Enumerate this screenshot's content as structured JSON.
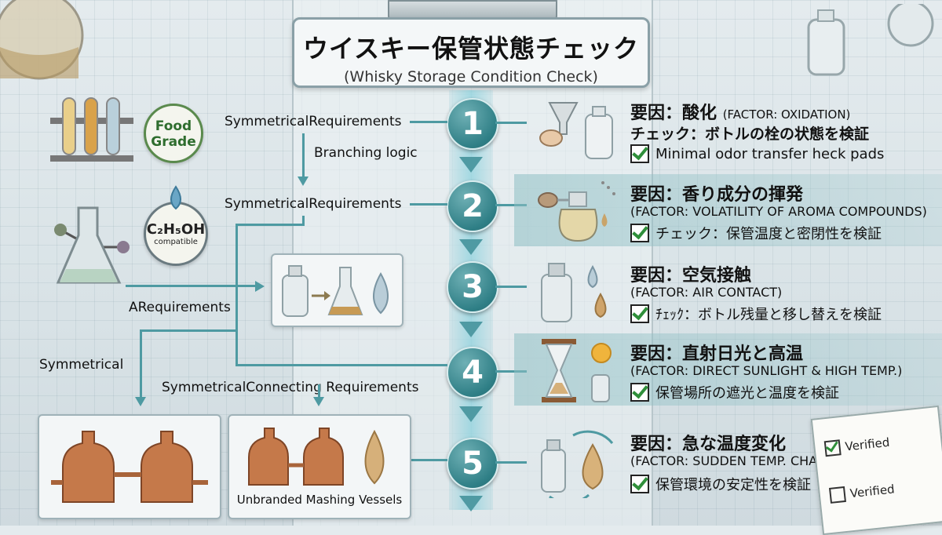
{
  "title": {
    "jp": "ウイスキー保管状態チェック",
    "en": "(Whisky Storage Condition Check)"
  },
  "steps": [
    {
      "number": "1",
      "factor_jp": "要因：酸化",
      "factor_en": "(FACTOR: OXIDATION)",
      "check": "チェック：ボトルの栓の状態を検証",
      "item": "Minimal odor transfer heck pads"
    },
    {
      "number": "2",
      "factor_jp": "要因：香り成分の揮発",
      "factor_en": "(FACTOR: VOLATILITY OF AROMA COMPOUNDS)",
      "item": "チェック：保管温度と密閉性を検証"
    },
    {
      "number": "3",
      "factor_jp": "要因：空気接触",
      "factor_en": "(FACTOR: AIR CONTACT)",
      "item": "ﾁｪｯｸ：ボトル残量と移し替えを検証"
    },
    {
      "number": "4",
      "factor_jp": "要因：直射日光と高温",
      "factor_en": "(FACTOR: DIRECT SUNLIGHT & HIGH TEMP.)",
      "item": "保管場所の遮光と温度を検証"
    },
    {
      "number": "5",
      "factor_jp": "要因：急な温度変化",
      "factor_en": "(FACTOR: SUDDEN TEMP. CHANGES)",
      "item": "保管環境の安定性を検証"
    }
  ],
  "left": {
    "labels": {
      "req1": "SymmetricalRequirements",
      "branch": "Branching logic",
      "req2": "SymmetricalRequirements",
      "areq": "ARequirements",
      "sym": "Symmetrical",
      "connect": "SymmetricalConnecting  Requirements"
    },
    "badge_food": {
      "line1": "Food",
      "line2": "Grade"
    },
    "badge_chem": {
      "formula": "C₂H₅OH",
      "sub": "compatible"
    },
    "vessel_caption": "Unbranded Mashing Vessels"
  },
  "verified": {
    "label1": "Verified",
    "label2": "Verified"
  },
  "colors": {
    "teal": "#2f7f86",
    "line": "#4e9aa2",
    "panel_tint": "#8cbec3"
  }
}
